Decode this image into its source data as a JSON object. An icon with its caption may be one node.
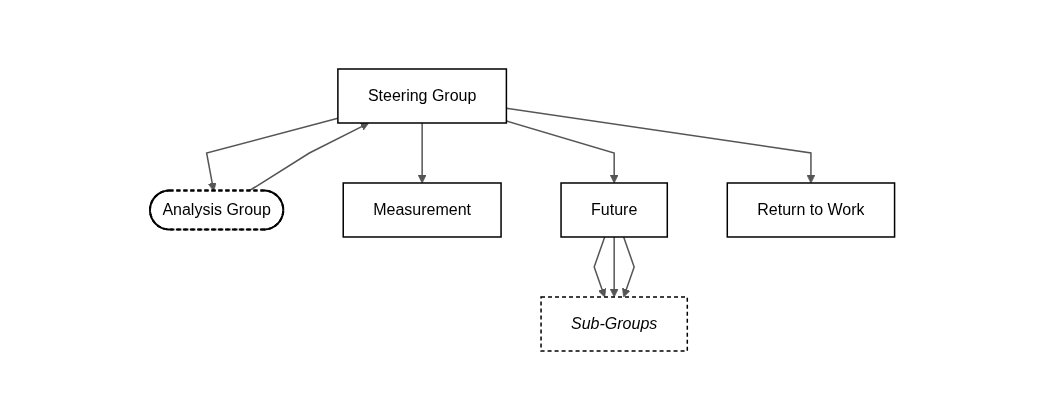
{
  "diagram": {
    "nodes": [
      {
        "text": [
          "Steering Group"
        ]
      },
      {
        "text": [
          "Analysis Group"
        ]
      },
      {
        "text": [
          "Measurement"
        ]
      },
      {
        "text": [
          "Future"
        ]
      },
      {
        "text": [
          "Return to Work"
        ]
      },
      {
        "text": [
          "Sub-Groups"
        ]
      }
    ],
    "edges": [
      {
        "from": 0,
        "to": 1,
        "arrow": "to"
      },
      {
        "from": 1,
        "to": 0,
        "arrow": "to"
      },
      {
        "from": 0,
        "to": 2,
        "arrow": "to"
      },
      {
        "from": 0,
        "to": 3,
        "arrow": "to"
      },
      {
        "from": 0,
        "to": 4,
        "arrow": "to"
      },
      {
        "from": 3,
        "to": 5,
        "arrow": "to"
      },
      {
        "from": 3,
        "to": 5,
        "arrow": "to"
      },
      {
        "from": 3,
        "to": 5,
        "arrow": "to"
      }
    ]
  }
}
